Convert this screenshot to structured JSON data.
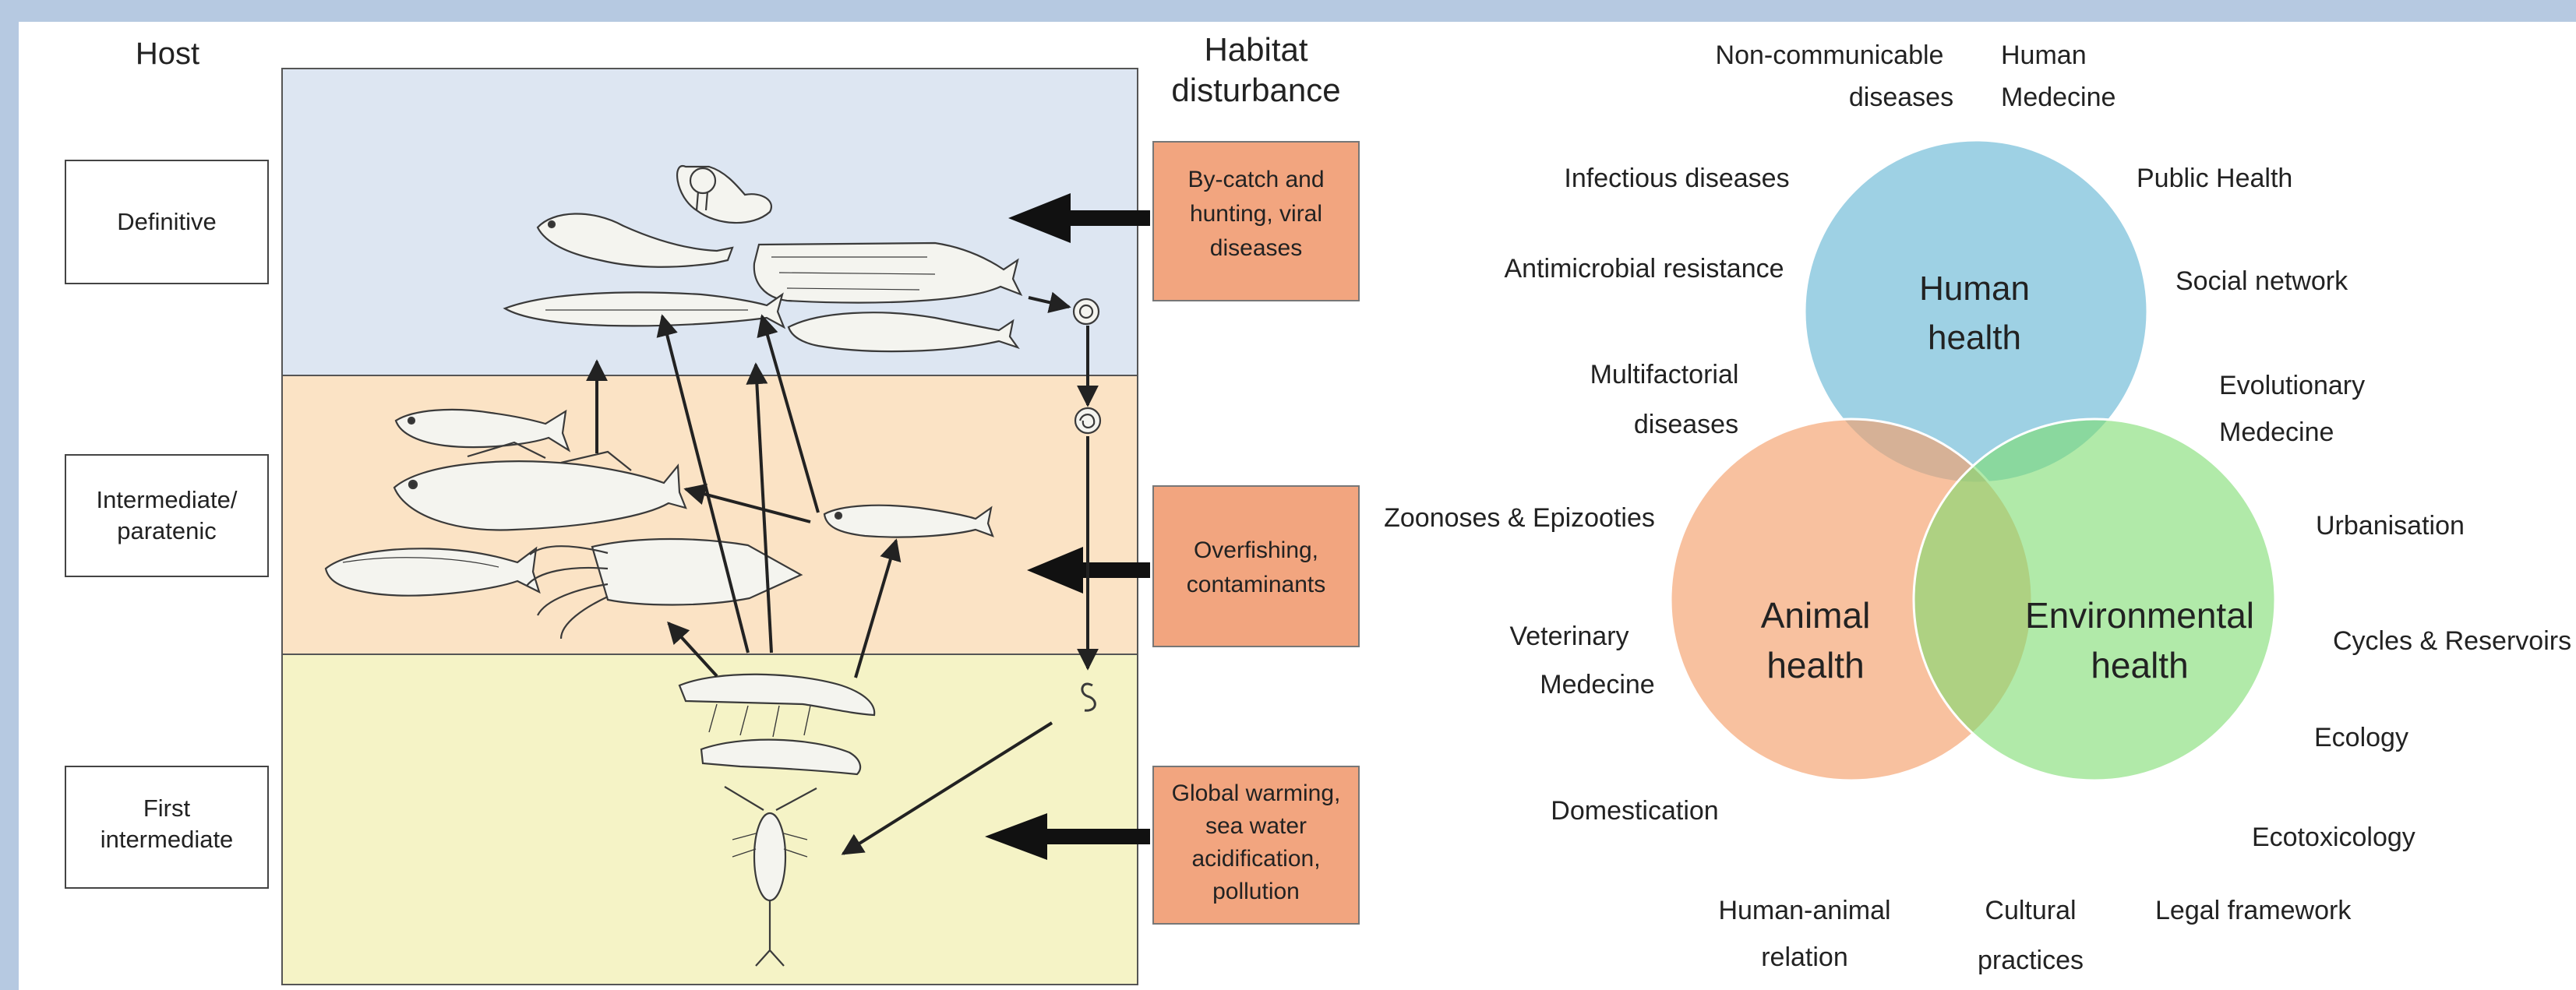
{
  "life_cycle": {
    "host_heading": "Host",
    "habitat_heading": [
      "Habitat",
      "disturbance"
    ],
    "hosts": {
      "definitive": [
        "Definitive"
      ],
      "intermediate": [
        "Intermediate/",
        "paratenic"
      ],
      "first": [
        "First",
        "intermediate"
      ]
    },
    "disturbances": {
      "top": [
        "By-catch and",
        "hunting, viral",
        "diseases"
      ],
      "middle": [
        "Overfishing,",
        "contaminants"
      ],
      "bottom": [
        "Global warming,",
        "sea water",
        "acidification,",
        "pollution"
      ]
    },
    "zone_colors": {
      "top": "#dde6f2",
      "middle": "#fbe3c5",
      "bottom": "#f5f3c6"
    },
    "box_color": "#f2a57f",
    "organisms": [
      "seal",
      "walrus",
      "sperm-whale",
      "dolphin",
      "fish",
      "cod",
      "mackerel",
      "anchovy",
      "squid",
      "krill",
      "copepod",
      "parasite-egg",
      "parasite-larva"
    ]
  },
  "one_health": {
    "circles": {
      "human": [
        "Human",
        "health"
      ],
      "animal": [
        "Animal",
        "health"
      ],
      "environmental": [
        "Environmental",
        "health"
      ]
    },
    "colors": {
      "human": "#5db3d2",
      "animal": "#f49f6b",
      "environmental": "#7ddc6f"
    },
    "labels": {
      "noncommunicable": [
        "Non-communicable",
        "diseases"
      ],
      "human_medicine": [
        "Human",
        "Medecine"
      ],
      "infectious": [
        "Infectious diseases"
      ],
      "public_health": [
        "Public Health"
      ],
      "antimicrobial": [
        "Antimicrobial resistance"
      ],
      "social_network": [
        "Social network"
      ],
      "multifactorial": [
        "Multifactorial",
        "diseases"
      ],
      "evolutionary": [
        "Evolutionary",
        "Medecine"
      ],
      "zoonoses": [
        "Zoonoses & Epizooties"
      ],
      "urbanisation": [
        "Urbanisation"
      ],
      "veterinary": [
        "Veterinary",
        "Medecine"
      ],
      "cycles": [
        "Cycles & Reservoirs"
      ],
      "ecology": [
        "Ecology"
      ],
      "domestication": [
        "Domestication"
      ],
      "ecotoxicology": [
        "Ecotoxicology"
      ],
      "human_animal": [
        "Human-animal",
        "relation"
      ],
      "cultural": [
        "Cultural",
        "practices"
      ],
      "legal": [
        "Legal framework"
      ]
    }
  }
}
